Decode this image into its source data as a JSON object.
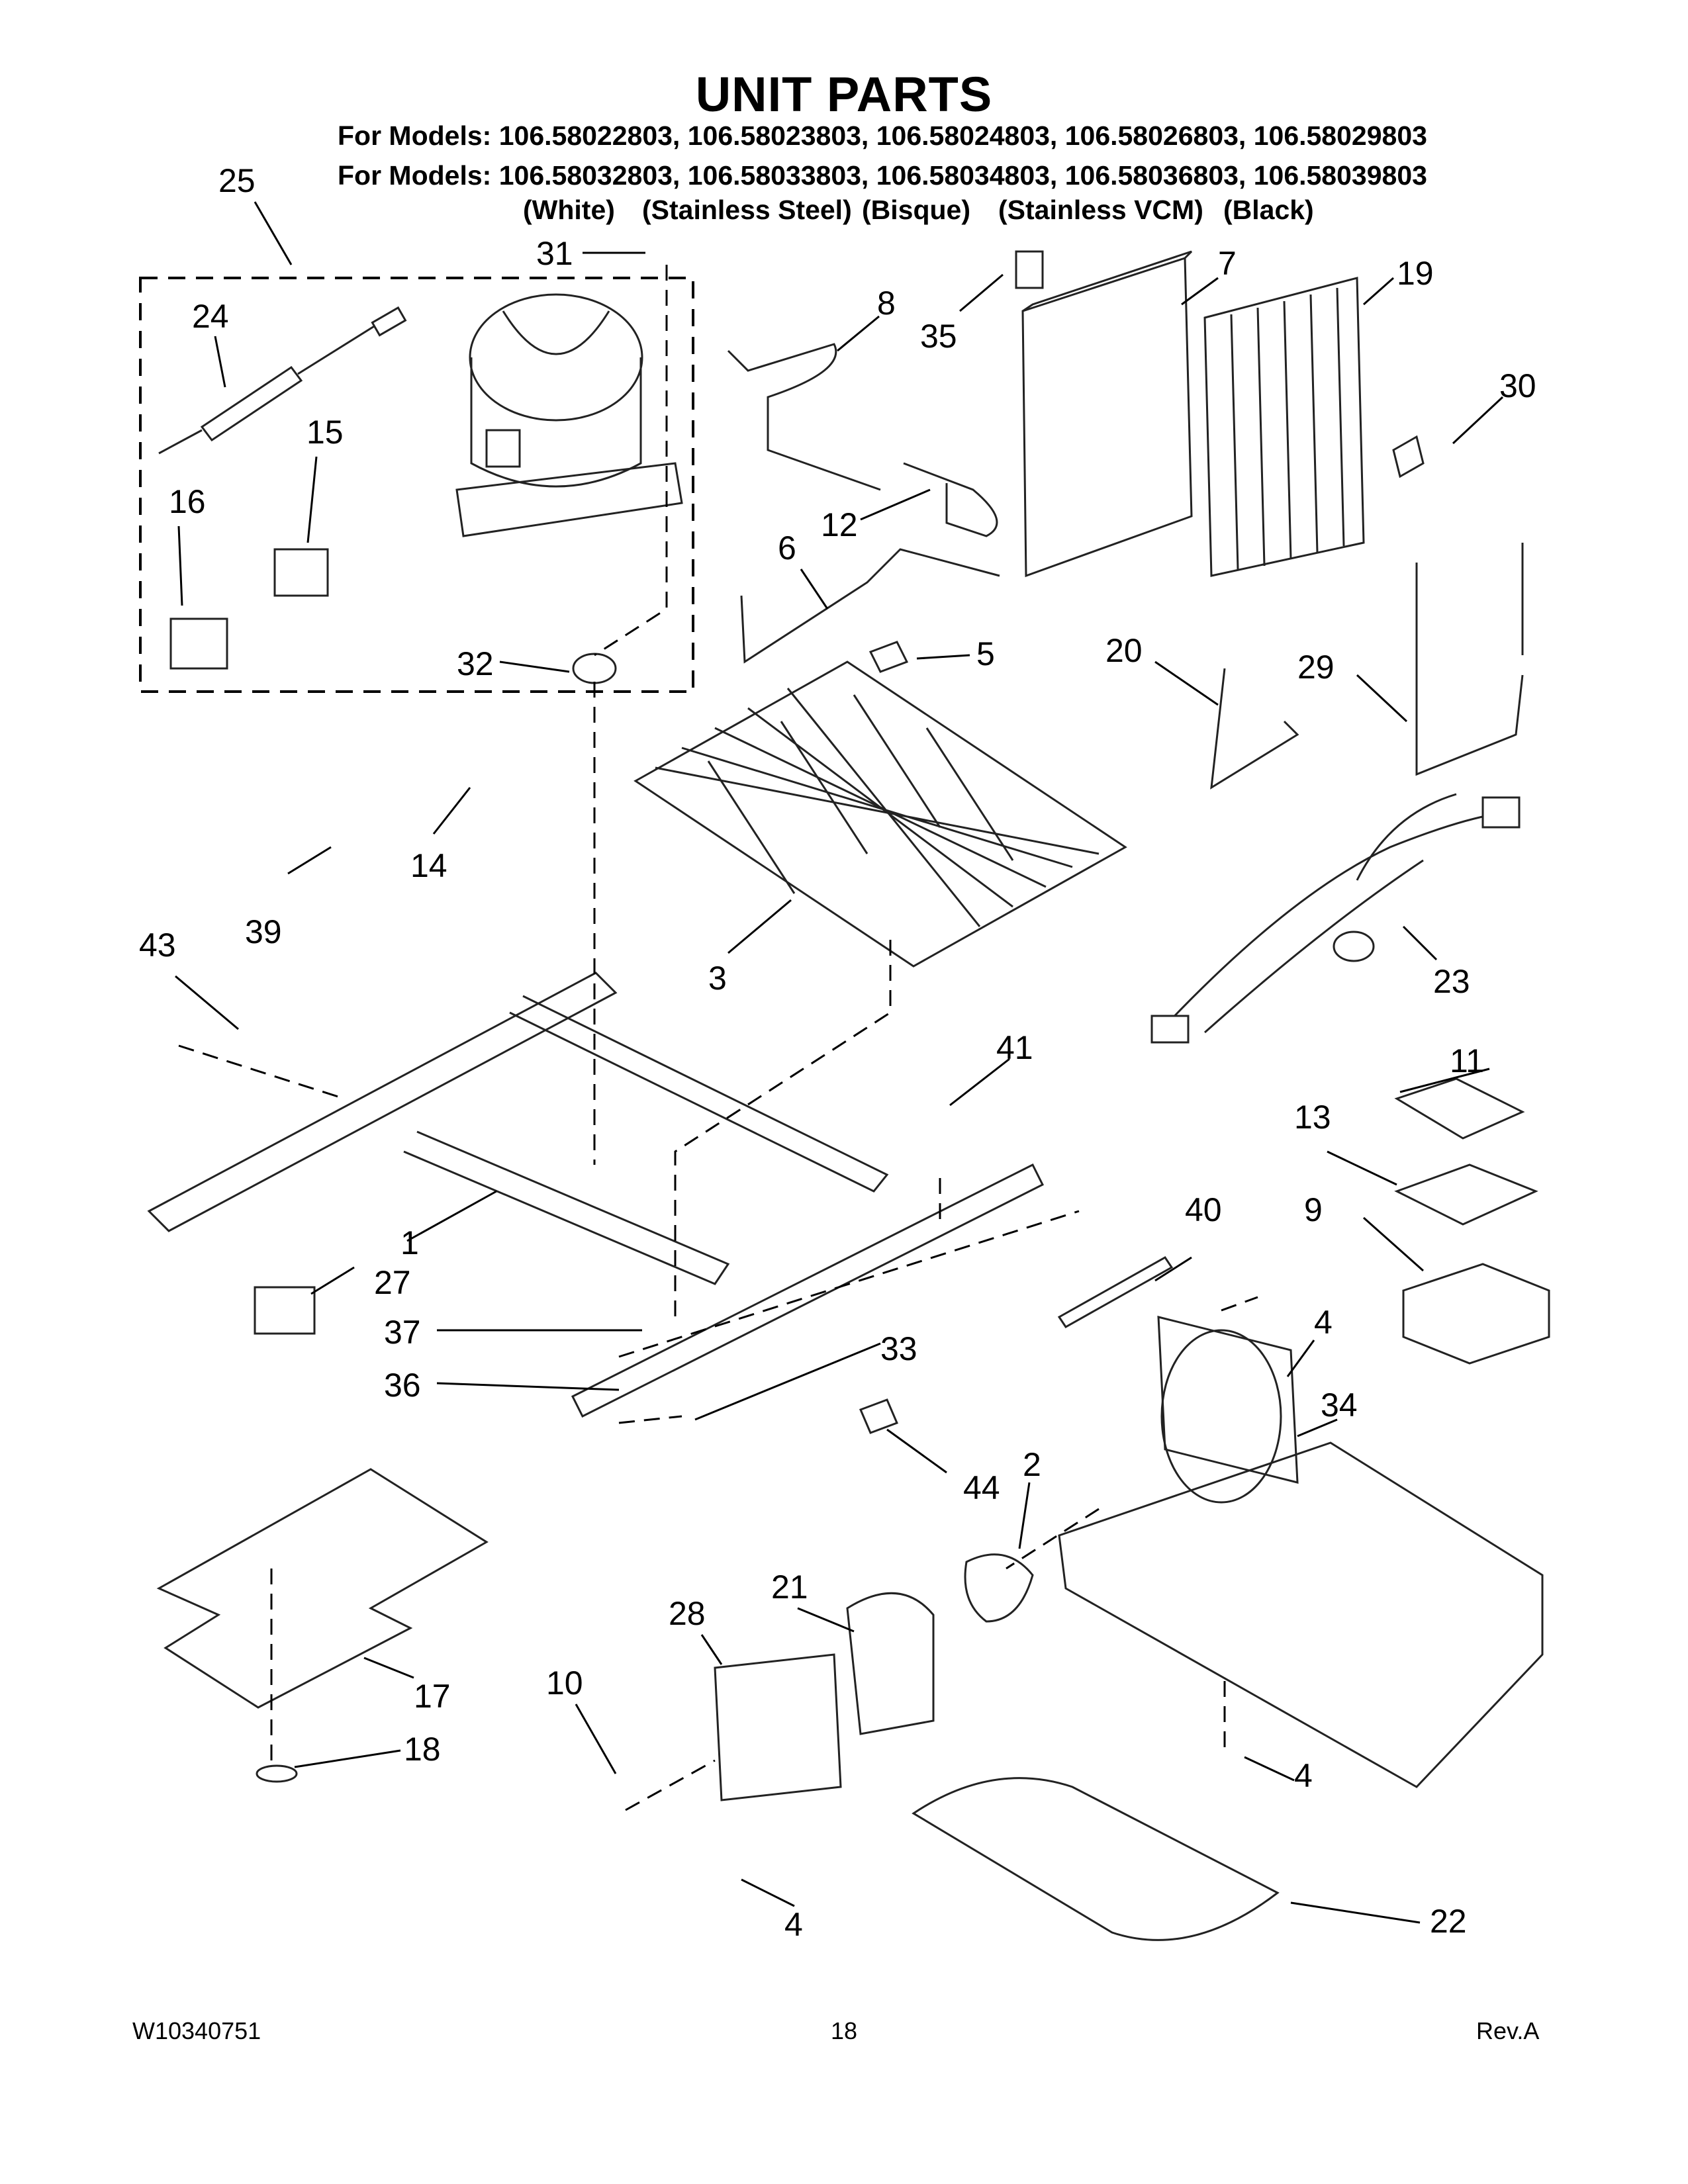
{
  "header": {
    "title": "UNIT PARTS",
    "models_line_1": "For Models: 106.58022803, 106.58023803, 106.58024803, 106.58026803, 106.58029803",
    "models_line_2": "For Models: 106.58032803, 106.58033803, 106.58034803, 106.58036803, 106.58039803",
    "finishes": [
      "(White)",
      "(Stainless Steel)",
      "(Bisque)",
      "(Stainless VCM)",
      "(Black)"
    ]
  },
  "callouts": [
    "25",
    "31",
    "24",
    "15",
    "16",
    "32",
    "8",
    "35",
    "7",
    "19",
    "30",
    "12",
    "6",
    "5",
    "20",
    "29",
    "14",
    "39",
    "43",
    "3",
    "23",
    "41",
    "11",
    "13",
    "1",
    "27",
    "40",
    "9",
    "37",
    "33",
    "4",
    "36",
    "34",
    "44",
    "2",
    "21",
    "28",
    "10",
    "17",
    "18",
    "4",
    "4",
    "22"
  ],
  "footer": {
    "doc_number": "W10340751",
    "page": "18",
    "revision": "Rev.A"
  }
}
